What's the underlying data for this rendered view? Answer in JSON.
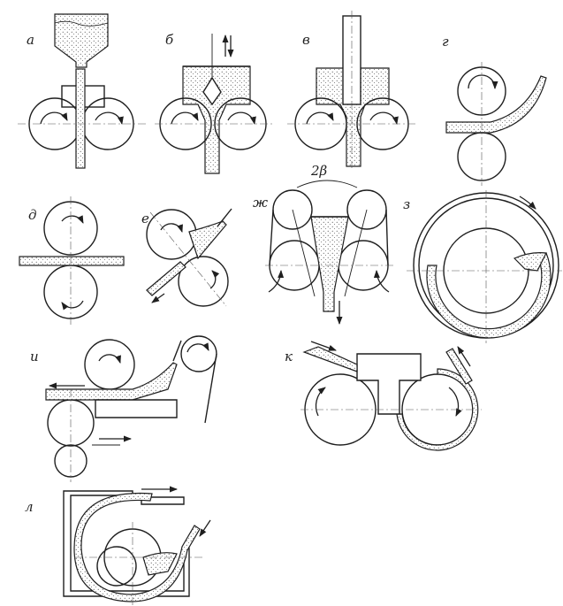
{
  "panels": [
    {
      "id": "a",
      "label": "а"
    },
    {
      "id": "b",
      "label": "б"
    },
    {
      "id": "v",
      "label": "в"
    },
    {
      "id": "g",
      "label": "г"
    },
    {
      "id": "d",
      "label": "д"
    },
    {
      "id": "e",
      "label": "е"
    },
    {
      "id": "zh",
      "label": "ж"
    },
    {
      "id": "z",
      "label": "з"
    },
    {
      "id": "i",
      "label": "и"
    },
    {
      "id": "k",
      "label": "к"
    },
    {
      "id": "l",
      "label": "л"
    }
  ],
  "annotations": {
    "angle": "2β"
  }
}
